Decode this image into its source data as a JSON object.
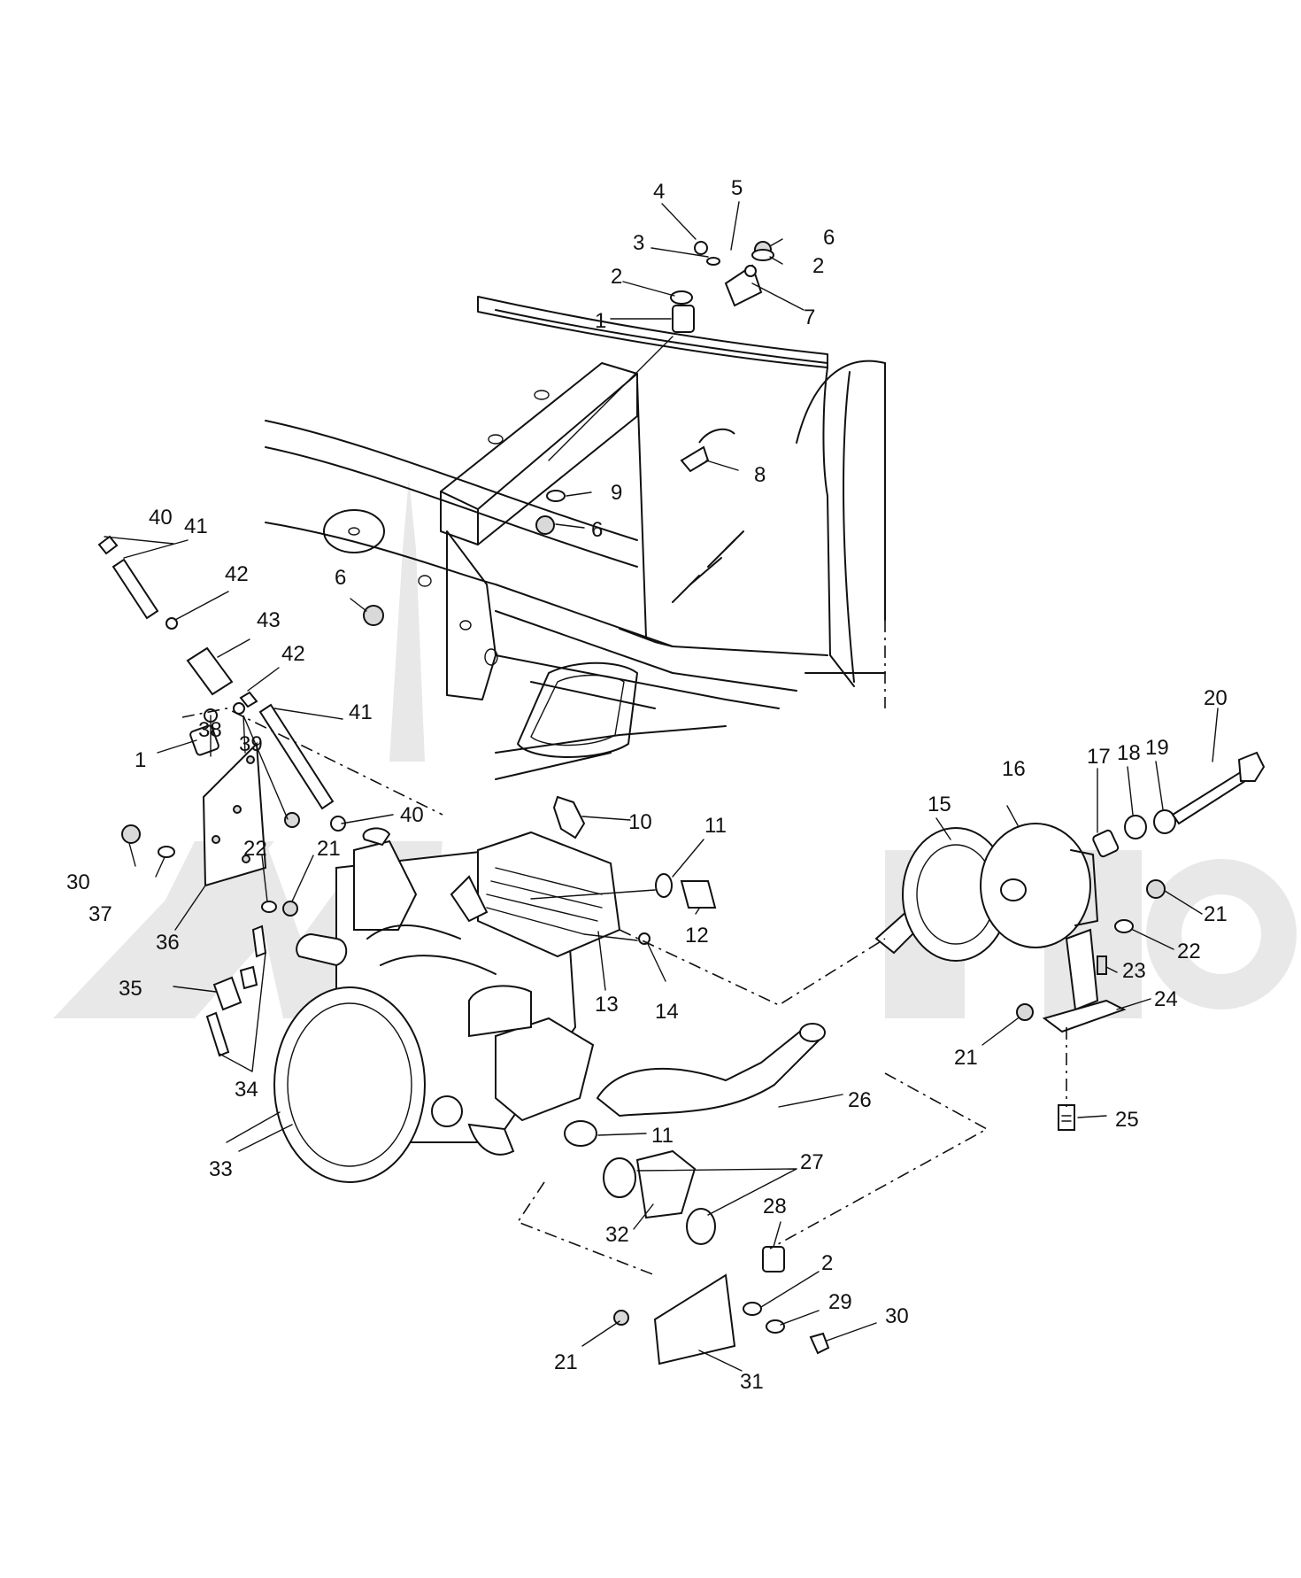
{
  "diagram": {
    "callouts": [
      "1",
      "2",
      "3",
      "4",
      "5",
      "6",
      "7",
      "8",
      "9",
      "10",
      "11",
      "12",
      "13",
      "14",
      "15",
      "16",
      "17",
      "18",
      "19",
      "20",
      "21",
      "22",
      "23",
      "24",
      "25",
      "26",
      "27",
      "28",
      "29",
      "30",
      "31",
      "32",
      "33",
      "34",
      "35",
      "36",
      "37",
      "38",
      "39",
      "40",
      "41",
      "42",
      "43"
    ],
    "colors": {
      "line": "#111111",
      "background": "#ffffff",
      "watermark": "#e8e8e8"
    }
  }
}
